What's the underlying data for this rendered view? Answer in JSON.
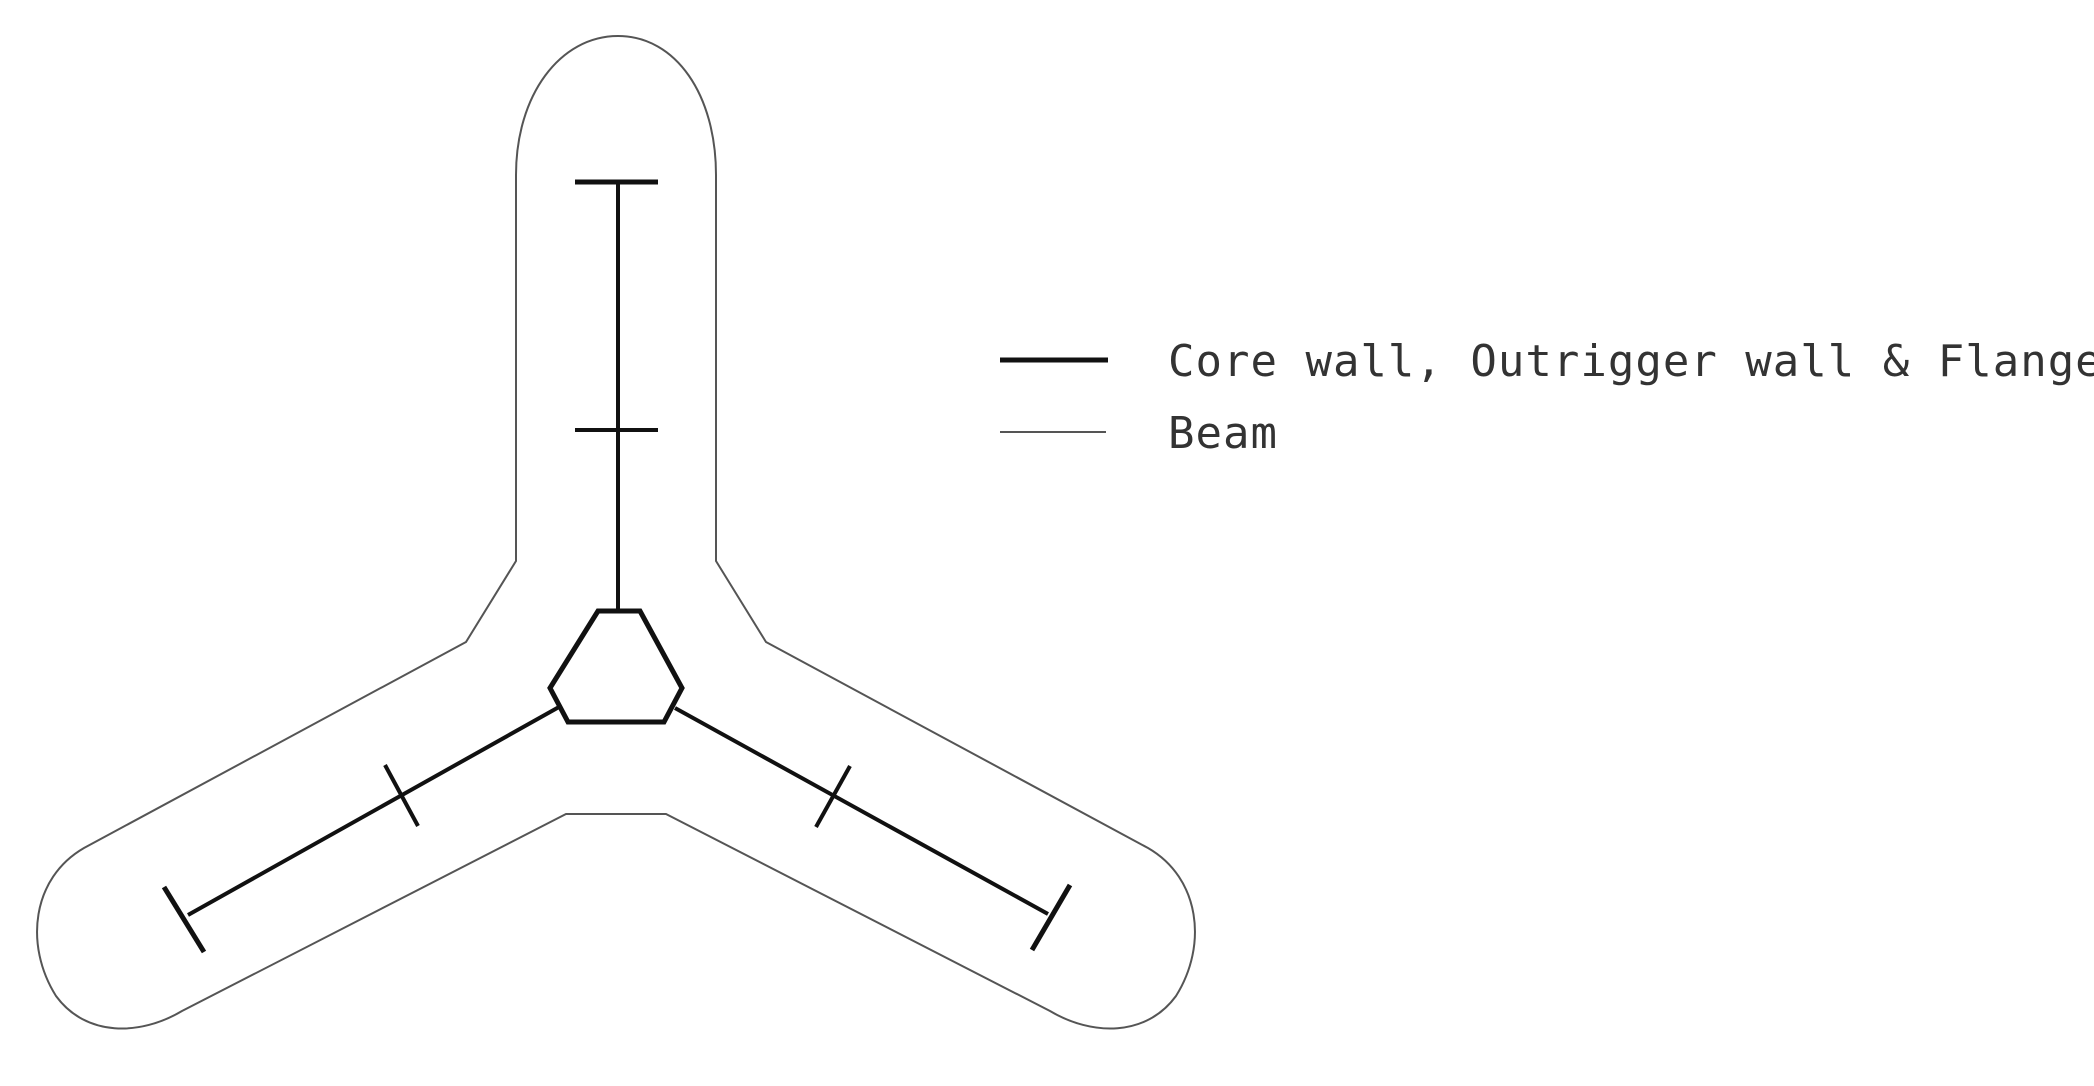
{
  "legend": {
    "items": [
      {
        "label": "Core wall, Outrigger wall & Flange wall",
        "line_style": "thick"
      },
      {
        "label": "Beam",
        "line_style": "thin"
      }
    ]
  },
  "colors": {
    "wall": "#111111",
    "beam": "#555555",
    "text": "#333333",
    "background": "#ffffff"
  }
}
